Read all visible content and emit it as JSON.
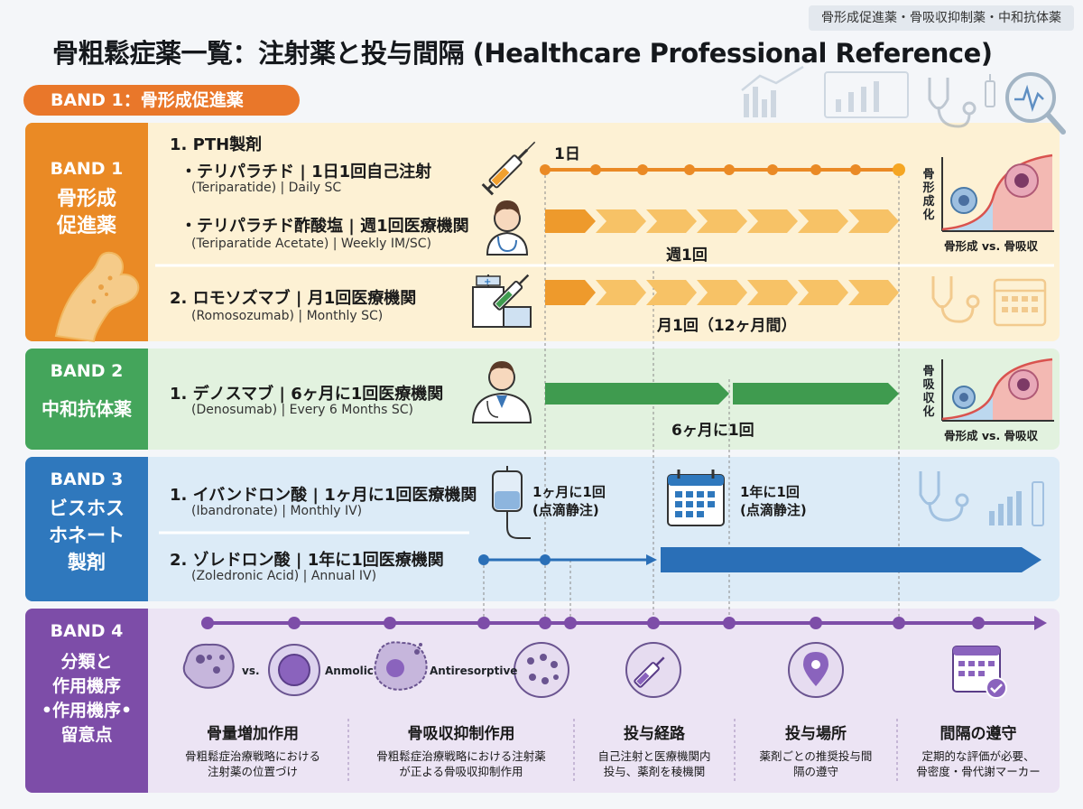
{
  "header": {
    "tag": "骨形成促進薬・骨吸収抑制薬・中和抗体薬",
    "title": "骨粗鬆症薬一覧：注射薬と投与間隔 (Healthcare Professional Reference)",
    "band_pill": "BAND 1：骨形成促進薬"
  },
  "bands": [
    {
      "id": "band1",
      "name": "BAND 1",
      "subtitle": "骨形成\n促進薬",
      "color": "#ea8a25",
      "bg": "#fdf1d4"
    },
    {
      "id": "band2",
      "name": "BAND 2",
      "subtitle": "中和抗体薬",
      "color": "#44a55b",
      "bg": "#e2f2df"
    },
    {
      "id": "band3",
      "name": "BAND 3",
      "subtitle": "ビスホス\nホネート\n製剤",
      "color": "#2f78bd",
      "bg": "#dcebf7"
    },
    {
      "id": "band4",
      "name": "BAND 4",
      "subtitle": "分類と\n作用機序\n•作用機序•\n留意点",
      "color": "#7d4da8",
      "bg": "#ece4f4"
    }
  ],
  "band1": {
    "group": "1. PTH製剤",
    "drug1_main": "・テリパラチド | 1日1回自己注射",
    "drug1_sub": "(Teriparatide) | Daily SC",
    "drug2_main": "・テリパラチド酢酸塩 | 週1回医療機関",
    "drug2_sub": "(Teriparatide Acetate) | Weekly IM/SC)",
    "drug3_main": "2. ロモソズマブ | 月1回医療機関",
    "drug3_sub": "(Romosozumab) | Monthly SC)",
    "label_daily": "1日",
    "label_weekly": "週1回",
    "label_monthly": "月1回（12ヶ月間）",
    "chart_vertical": "骨形成化",
    "chart_caption": "骨形成 vs. 骨吸収"
  },
  "band2": {
    "drug_main": "1. デノスマブ | 6ヶ月に1回医療機関",
    "drug_sub": "(Denosumab) | Every 6 Months SC)",
    "label": "6ヶ月に1回",
    "chart_vertical": "骨吸収化",
    "chart_caption": "骨形成 vs. 骨吸収"
  },
  "band3": {
    "drug1_main": "1. イバンドロン酸 | 1ヶ月に1回医療機関",
    "drug1_sub": "(Ibandronate) | Monthly IV)",
    "drug2_main": "2. ゾレドロン酸 | 1年に1回医療機関",
    "drug2_sub": "(Zoledronic Acid) | Annual IV)",
    "label_monthly_1": "1ヶ月に1回",
    "label_monthly_2": "(点滴静注)",
    "label_annual_1": "1年に1回",
    "label_annual_2": "(点滴静注)"
  },
  "band4": {
    "vs": "vs.",
    "anmolic": "Anmolic",
    "antiresorptive": "Antiresorptive",
    "columns": [
      {
        "title": "骨量増加作用",
        "text": "骨粗鬆症治療戦略における\n注射薬の位置づけ"
      },
      {
        "title": "骨吸収抑制作用",
        "text": "骨粗鬆症治療戦略における注射薬\nが正よる骨吸収抑制作用"
      },
      {
        "title": "投与経路",
        "text": "自己注射と医療機関内\n投与、薬剤を稜機関"
      },
      {
        "title": "投与場所",
        "text": "薬剤ごとの推奨投与間\n隔の遵守"
      },
      {
        "title": "間隔の遵守",
        "text": "定期的な評価が必要、\n骨密度・骨代謝マーカー"
      }
    ]
  },
  "colors": {
    "orange": "#ea8a25",
    "orange_light": "#f7c266",
    "green": "#3f9b4f",
    "blue": "#2a6fb7",
    "purple": "#7d4da8"
  }
}
